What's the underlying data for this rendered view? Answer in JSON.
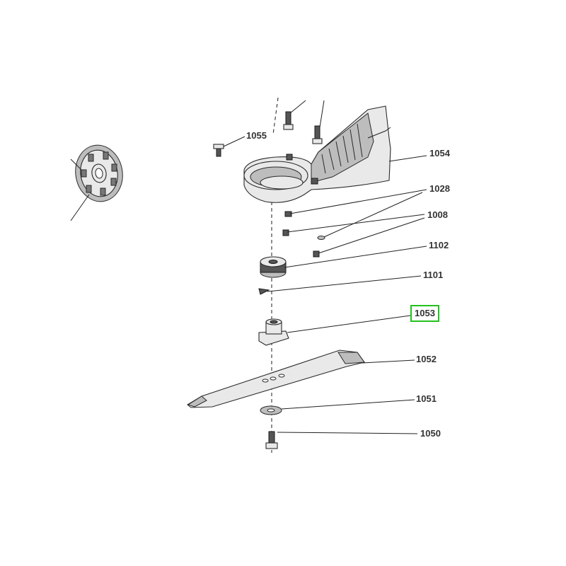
{
  "parts": [
    {
      "id": "p1055",
      "label": "1055",
      "highlighted": false
    },
    {
      "id": "p1054",
      "label": "1054",
      "highlighted": false
    },
    {
      "id": "p1028",
      "label": "1028",
      "highlighted": false
    },
    {
      "id": "p1008",
      "label": "1008",
      "highlighted": false
    },
    {
      "id": "p1102",
      "label": "1102",
      "highlighted": false
    },
    {
      "id": "p1101",
      "label": "1101",
      "highlighted": false
    },
    {
      "id": "p1053",
      "label": "1053",
      "highlighted": true
    },
    {
      "id": "p1052",
      "label": "1052",
      "highlighted": false
    },
    {
      "id": "p1051",
      "label": "1051",
      "highlighted": false
    },
    {
      "id": "p1050",
      "label": "1050",
      "highlighted": false
    }
  ],
  "colors": {
    "highlight_border": "#22c21e",
    "label_text": "#333333",
    "line": "#222222"
  }
}
